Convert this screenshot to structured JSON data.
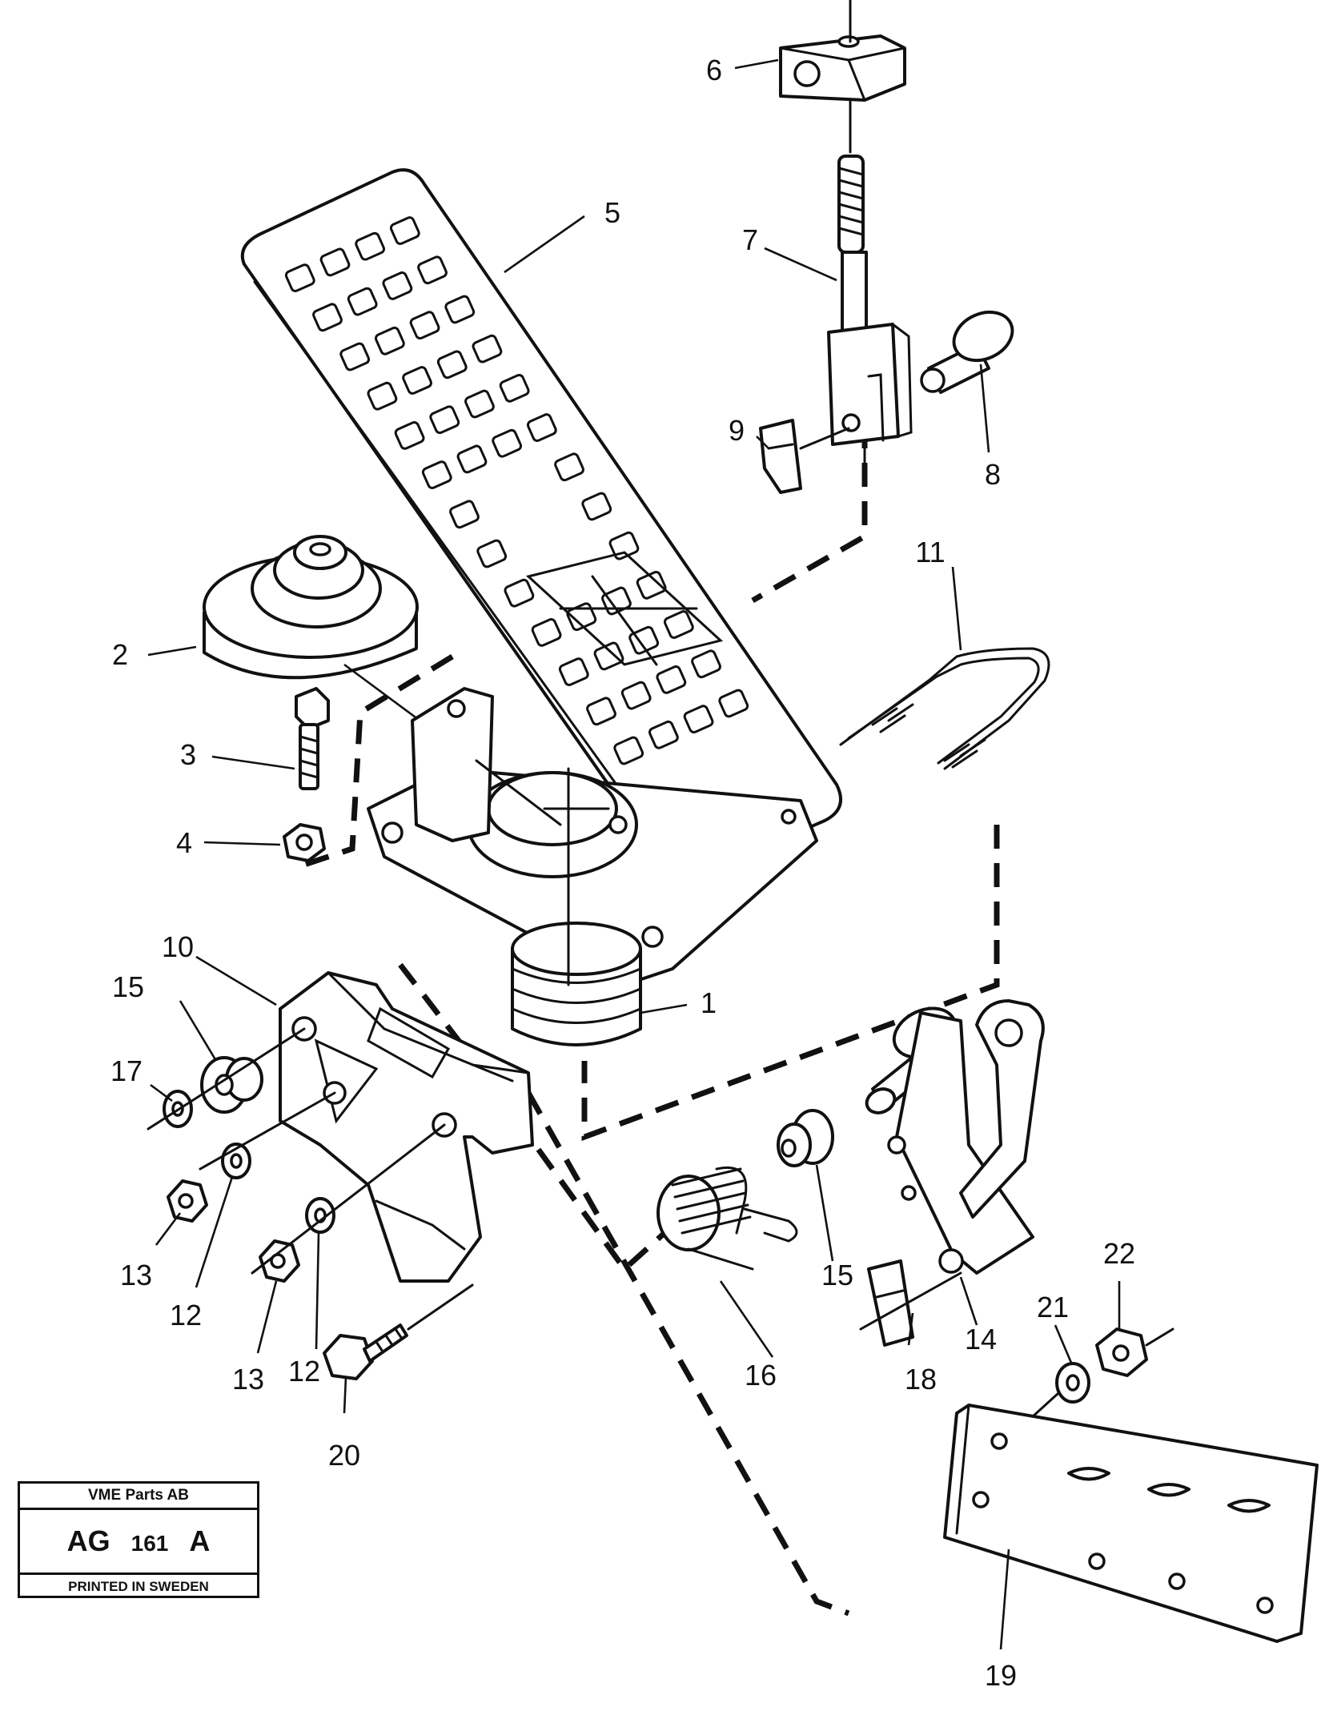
{
  "callouts": [
    {
      "id": "1",
      "text": "1"
    },
    {
      "id": "2",
      "text": "2"
    },
    {
      "id": "3",
      "text": "3"
    },
    {
      "id": "4",
      "text": "4"
    },
    {
      "id": "5",
      "text": "5"
    },
    {
      "id": "6",
      "text": "6"
    },
    {
      "id": "7",
      "text": "7"
    },
    {
      "id": "8",
      "text": "8"
    },
    {
      "id": "9",
      "text": "9"
    },
    {
      "id": "10",
      "text": "10"
    },
    {
      "id": "11",
      "text": "11"
    },
    {
      "id": "12a",
      "text": "12"
    },
    {
      "id": "12b",
      "text": "12"
    },
    {
      "id": "13a",
      "text": "13"
    },
    {
      "id": "13b",
      "text": "13"
    },
    {
      "id": "14",
      "text": "14"
    },
    {
      "id": "15a",
      "text": "15"
    },
    {
      "id": "15b",
      "text": "15"
    },
    {
      "id": "16",
      "text": "16"
    },
    {
      "id": "17",
      "text": "17"
    },
    {
      "id": "18",
      "text": "18"
    },
    {
      "id": "19",
      "text": "19"
    },
    {
      "id": "20",
      "text": "20"
    },
    {
      "id": "21",
      "text": "21"
    },
    {
      "id": "22",
      "text": "22"
    }
  ],
  "stamp": {
    "company": "VME Parts AB",
    "code_prefix": "AG",
    "code_number": "161",
    "code_suffix": "A",
    "footer": "PRINTED IN SWEDEN"
  }
}
